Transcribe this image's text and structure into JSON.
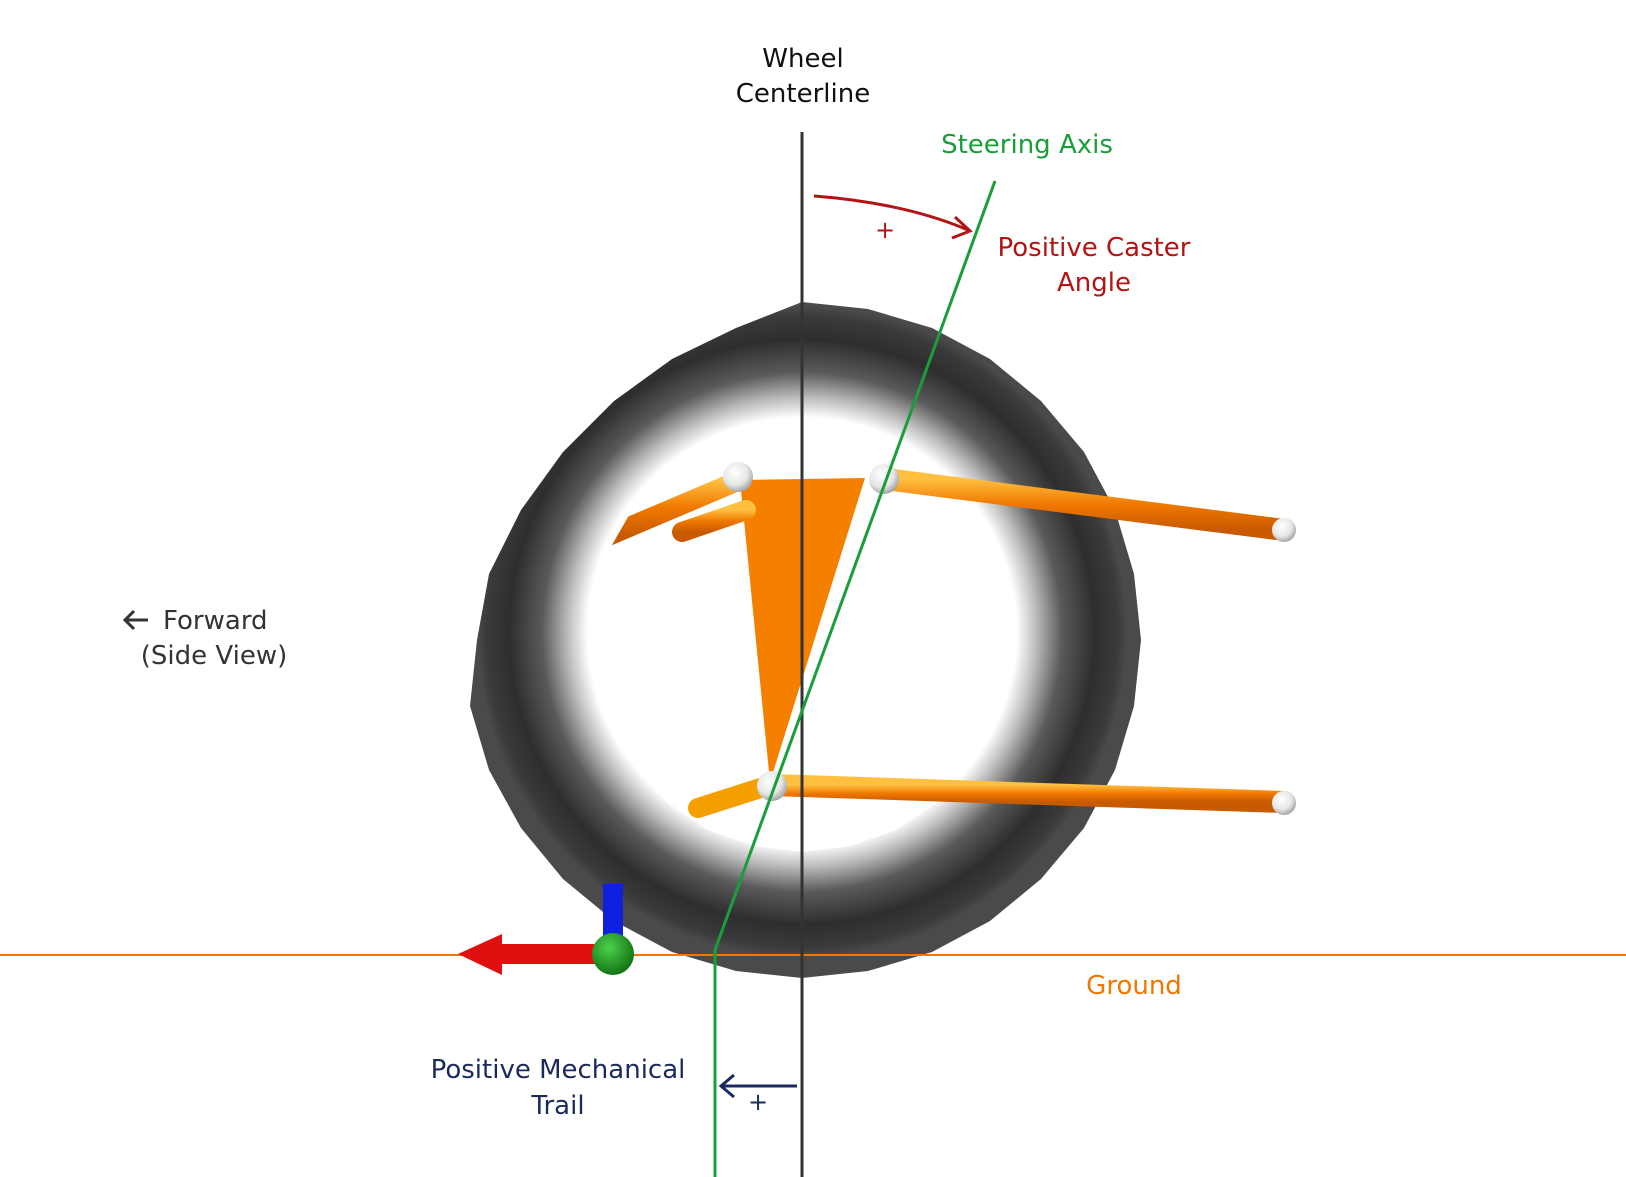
{
  "labels": {
    "wheel_centerline_1": "Wheel",
    "wheel_centerline_2": "Centerline",
    "steering_axis": "Steering Axis",
    "caster_1": "Positive Caster",
    "caster_2": "Angle",
    "caster_sign": "+",
    "forward_1": "Forward",
    "forward_2": "(Side View)",
    "ground": "Ground",
    "trail_1": "Positive Mechanical",
    "trail_2": "Trail",
    "trail_sign": "+"
  },
  "colors": {
    "centerline": "#333333",
    "steering_axis": "#1a9e3a",
    "caster": "#b31414",
    "ground": "#f07800",
    "trail": "#1b2a5e",
    "suspension": "#f07800",
    "tire": "#2e2e2e",
    "axis_x": "#e01010",
    "axis_y": "#1020e0",
    "axis_origin": "#1a8c1a"
  },
  "icons": {
    "forward_arrow": "left-arrow-icon"
  }
}
